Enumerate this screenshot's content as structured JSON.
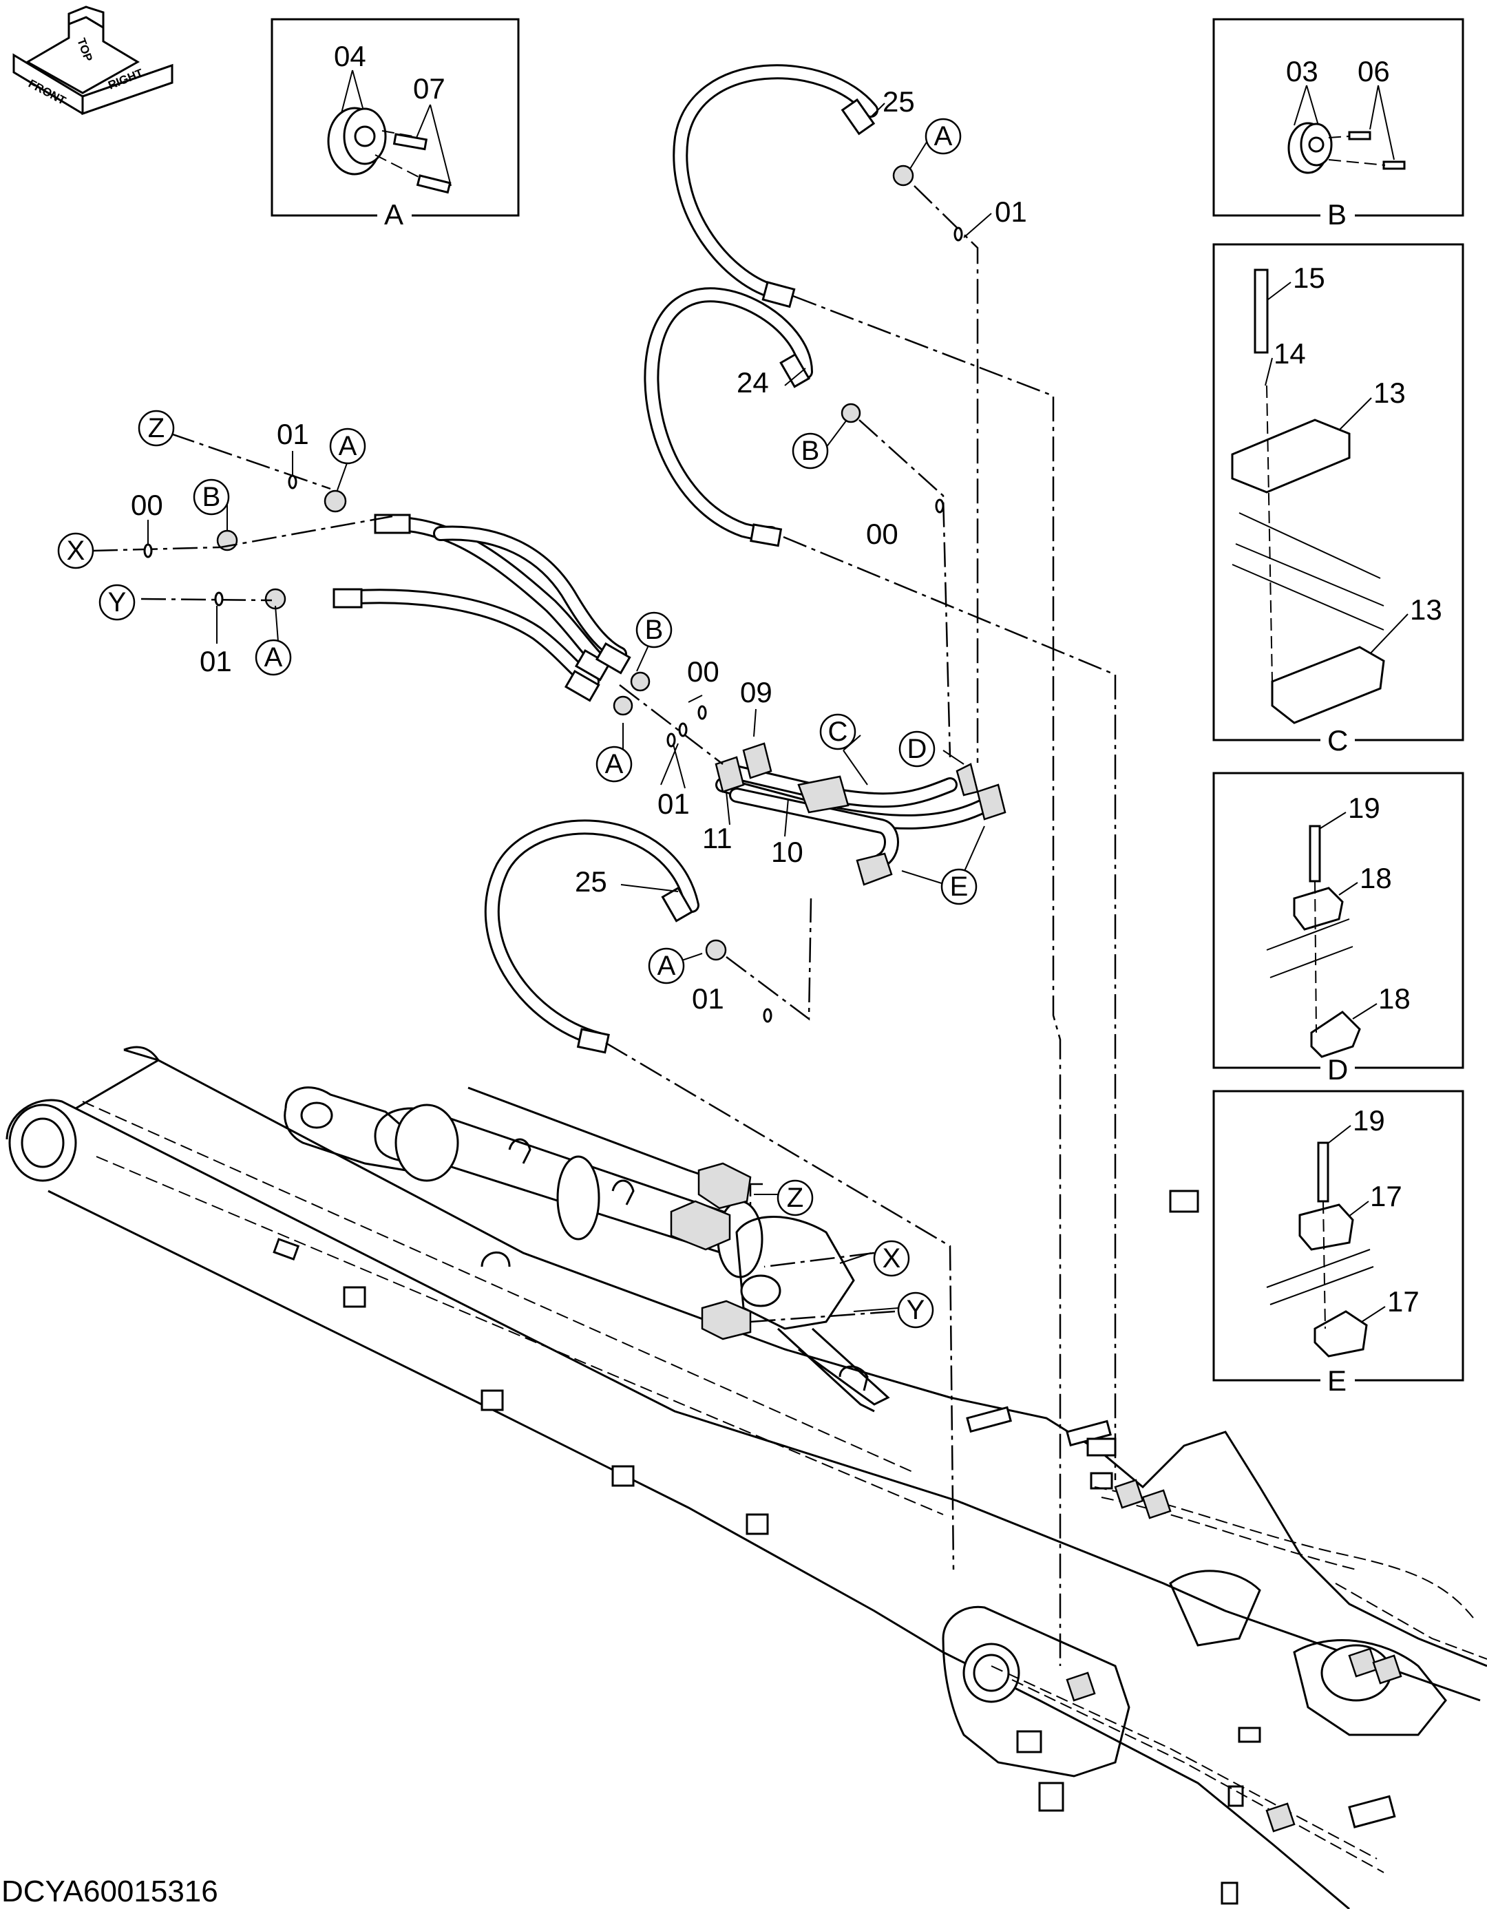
{
  "drawing_id": "DCYA60015316",
  "orientation_arrow": {
    "labels": [
      "FRONT",
      "TOP",
      "RIGHT"
    ]
  },
  "detail_boxes": [
    {
      "id": "A",
      "part_labels": [
        "04",
        "07"
      ]
    },
    {
      "id": "B",
      "part_labels": [
        "03",
        "06"
      ]
    },
    {
      "id": "C",
      "part_labels": [
        "15",
        "14",
        "13",
        "13"
      ]
    },
    {
      "id": "D",
      "part_labels": [
        "19",
        "18",
        "18"
      ]
    },
    {
      "id": "E",
      "part_labels": [
        "19",
        "17",
        "17"
      ]
    }
  ],
  "callout_part_numbers": [
    "25",
    "01",
    "24",
    "00",
    "01",
    "00",
    "01",
    "00",
    "09",
    "01",
    "11",
    "10",
    "25",
    "01"
  ],
  "connection_letters": [
    "A",
    "B",
    "Z",
    "X",
    "Y",
    "A",
    "B",
    "A",
    "B",
    "A",
    "C",
    "D",
    "E",
    "A",
    "Z",
    "X",
    "Y"
  ]
}
